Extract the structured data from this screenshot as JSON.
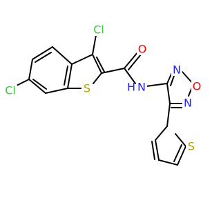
{
  "molecule": {
    "atoms": {
      "cl_upper": "Cl",
      "cl_left": "Cl",
      "s_benzothiophene": "S",
      "o_carbonyl": "O",
      "n_amide": "N",
      "h_amide": "H",
      "n_oxadiazole_top": "N",
      "o_oxadiazole": "O",
      "n_oxadiazole_bottom": "N",
      "s_thiophene": "S"
    },
    "colors": {
      "bond": "#000000",
      "carbon_text": "#000000",
      "chlorine": "#33cc33",
      "sulfur": "#b2a100",
      "oxygen": "#ff0000",
      "nitrogen": "#2222ff"
    }
  }
}
